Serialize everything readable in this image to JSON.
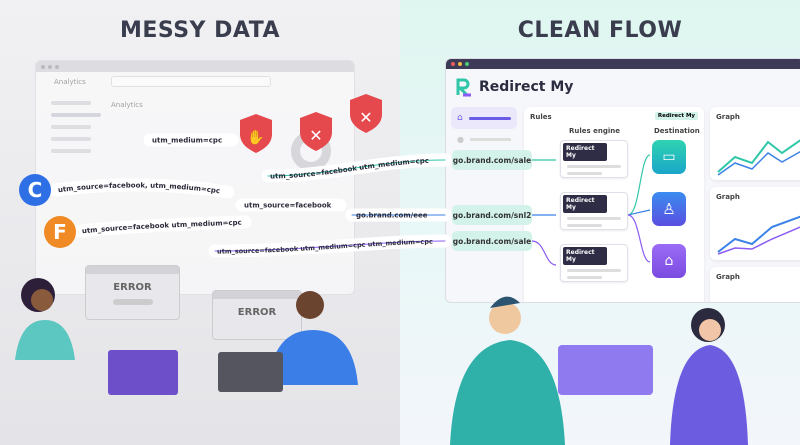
{
  "left": {
    "title": "MESSY DATA",
    "app_label": "Analytics",
    "subtitle": "Analytics",
    "error_label": "ERROR",
    "error_label_2": "ERROR"
  },
  "ribbons": [
    "utm_source=facebook, utm_medium=cpc",
    "utm_source=facebook utm_medium=cpc",
    "utm_medium=cpc",
    "utm_source=facebook",
    "utm_source=facebook utm_medium=cpc",
    "go.brand.com/eee",
    "utm_source=facebook utm_medium=cpc utm_medium=cpc"
  ],
  "right": {
    "title": "CLEAN FLOW",
    "app_name": "Redirect My",
    "rules_panel": {
      "title": "Rules",
      "badge": "Redirect My",
      "col_engine": "Rules engine",
      "col_destination": "Destination",
      "rules": [
        "Redirect My",
        "Redirect My",
        "Redirect My"
      ]
    },
    "urls": [
      "go.brand.com/sale",
      "go.brand.com/snl2",
      "go.brand.com/sale"
    ],
    "graphs": [
      "Graph",
      "Graph",
      "Graph"
    ]
  },
  "colors": {
    "teal": "#2fc7a8",
    "blue": "#3b82e6",
    "purple": "#8b5cf6",
    "red": "#e5484d"
  }
}
